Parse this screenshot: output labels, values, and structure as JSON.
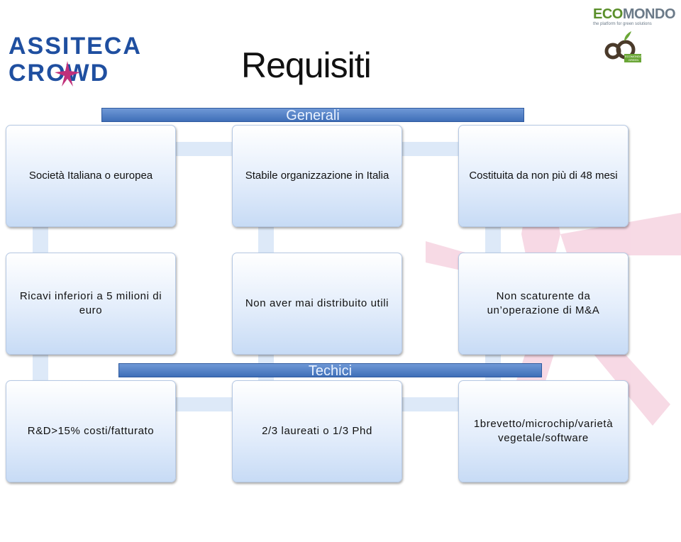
{
  "page": {
    "title": "Requisiti"
  },
  "logos": {
    "assiteca_line1": "ASSITECA",
    "assiteca_line2": "CROWD",
    "ecomondo_eco": "ECO",
    "ecomondo_mondo": "MONDO",
    "ecomondo_tagline": "the platform for green solutions",
    "ecomondo_badge": "ECOMONDO GREEN"
  },
  "sections": {
    "generali": "Generali",
    "techici": "Techici"
  },
  "boxes": {
    "row1": [
      "Società Italiana o europea",
      "Stabile organizzazione in Italia",
      "Costituita da non più di 48 mesi"
    ],
    "row2": [
      "Ricavi inferiori a 5 milioni di euro",
      "Non aver mai distribuito utili",
      "Non scaturente da un’operazione di M&A"
    ],
    "row3": [
      "R&D>15% costi/fatturato",
      "2/3 laureati o 1/3 Phd",
      "1brevetto/microchip/varietà vegetale/software"
    ]
  },
  "colors": {
    "bar": "#4f80c8",
    "box_bottom": "#c7dbf5",
    "star": "#f3c6d8"
  }
}
